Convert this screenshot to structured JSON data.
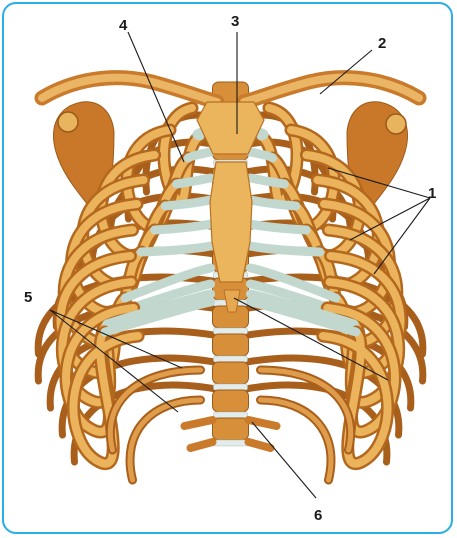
{
  "labels": {
    "n1": "1",
    "n2": "2",
    "n3": "3",
    "n4": "4",
    "n5": "5",
    "n6": "6"
  },
  "colors": {
    "frame": "#29aee8",
    "bone": "#e2a348",
    "bone_light": "#f2cc78",
    "bone_dark": "#b86a1e",
    "cartilage": "#c3d8d0",
    "disc": "#dde8e6",
    "text": "#1a1a1a"
  }
}
